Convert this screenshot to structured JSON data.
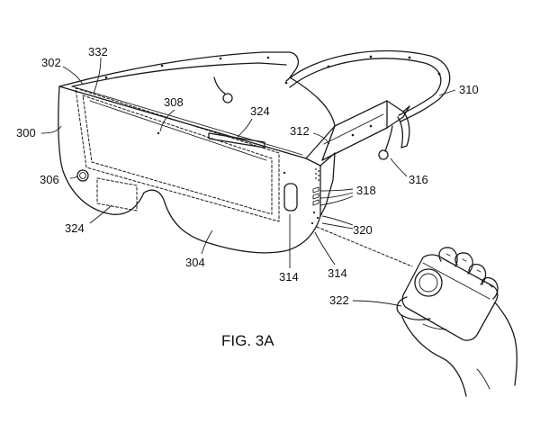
{
  "figure": {
    "caption": "FIG. 3A",
    "labels": {
      "l300": "300",
      "l302": "302",
      "l304": "304",
      "l306": "306",
      "l308": "308",
      "l310": "310",
      "l312": "312",
      "l314a": "314",
      "l314b": "314",
      "l316": "316",
      "l318": "318",
      "l320": "320",
      "l322": "322",
      "l324a": "324",
      "l324b": "324",
      "l332": "332"
    }
  }
}
